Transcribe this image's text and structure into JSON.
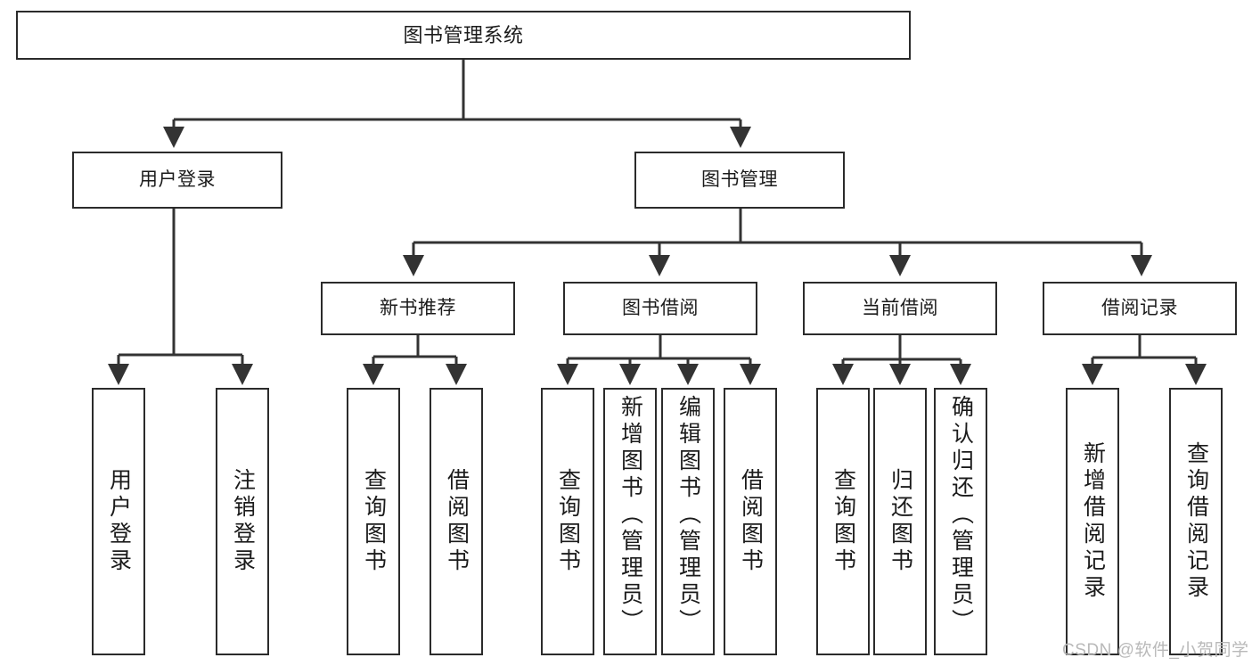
{
  "diagram": {
    "title": "图书管理系统",
    "type": "hierarchy-tree",
    "watermark": "CSDN @软件_小贺同学",
    "colors": {
      "background": "#ffffff",
      "box_border": "#2b2b2b",
      "box_fill": "#ffffff",
      "connector": "#333333",
      "text": "#1b1b1b",
      "watermark": "#b9b9b9"
    },
    "levels": {
      "root": {
        "label": "图书管理系统"
      },
      "level2": [
        {
          "label": "用户登录"
        },
        {
          "label": "图书管理"
        }
      ],
      "level3": [
        {
          "label": "新书推荐"
        },
        {
          "label": "图书借阅"
        },
        {
          "label": "当前借阅"
        },
        {
          "label": "借阅记录"
        }
      ],
      "leaves": [
        {
          "label": "用户登录",
          "parent": "用户登录"
        },
        {
          "label": "注销登录",
          "parent": "用户登录"
        },
        {
          "label": "查询图书",
          "parent": "新书推荐"
        },
        {
          "label": "借阅图书",
          "parent": "新书推荐"
        },
        {
          "label": "查询图书",
          "parent": "图书借阅"
        },
        {
          "label": "新增图书（管理员）",
          "parent": "图书借阅"
        },
        {
          "label": "编辑图书（管理员）",
          "parent": "图书借阅"
        },
        {
          "label": "借阅图书",
          "parent": "图书借阅"
        },
        {
          "label": "查询图书",
          "parent": "当前借阅"
        },
        {
          "label": "归还图书",
          "parent": "当前借阅"
        },
        {
          "label": "确认归还（管理员）",
          "parent": "当前借阅"
        },
        {
          "label": "新增借阅记录",
          "parent": "借阅记录"
        },
        {
          "label": "查询借阅记录",
          "parent": "借阅记录"
        }
      ]
    }
  }
}
